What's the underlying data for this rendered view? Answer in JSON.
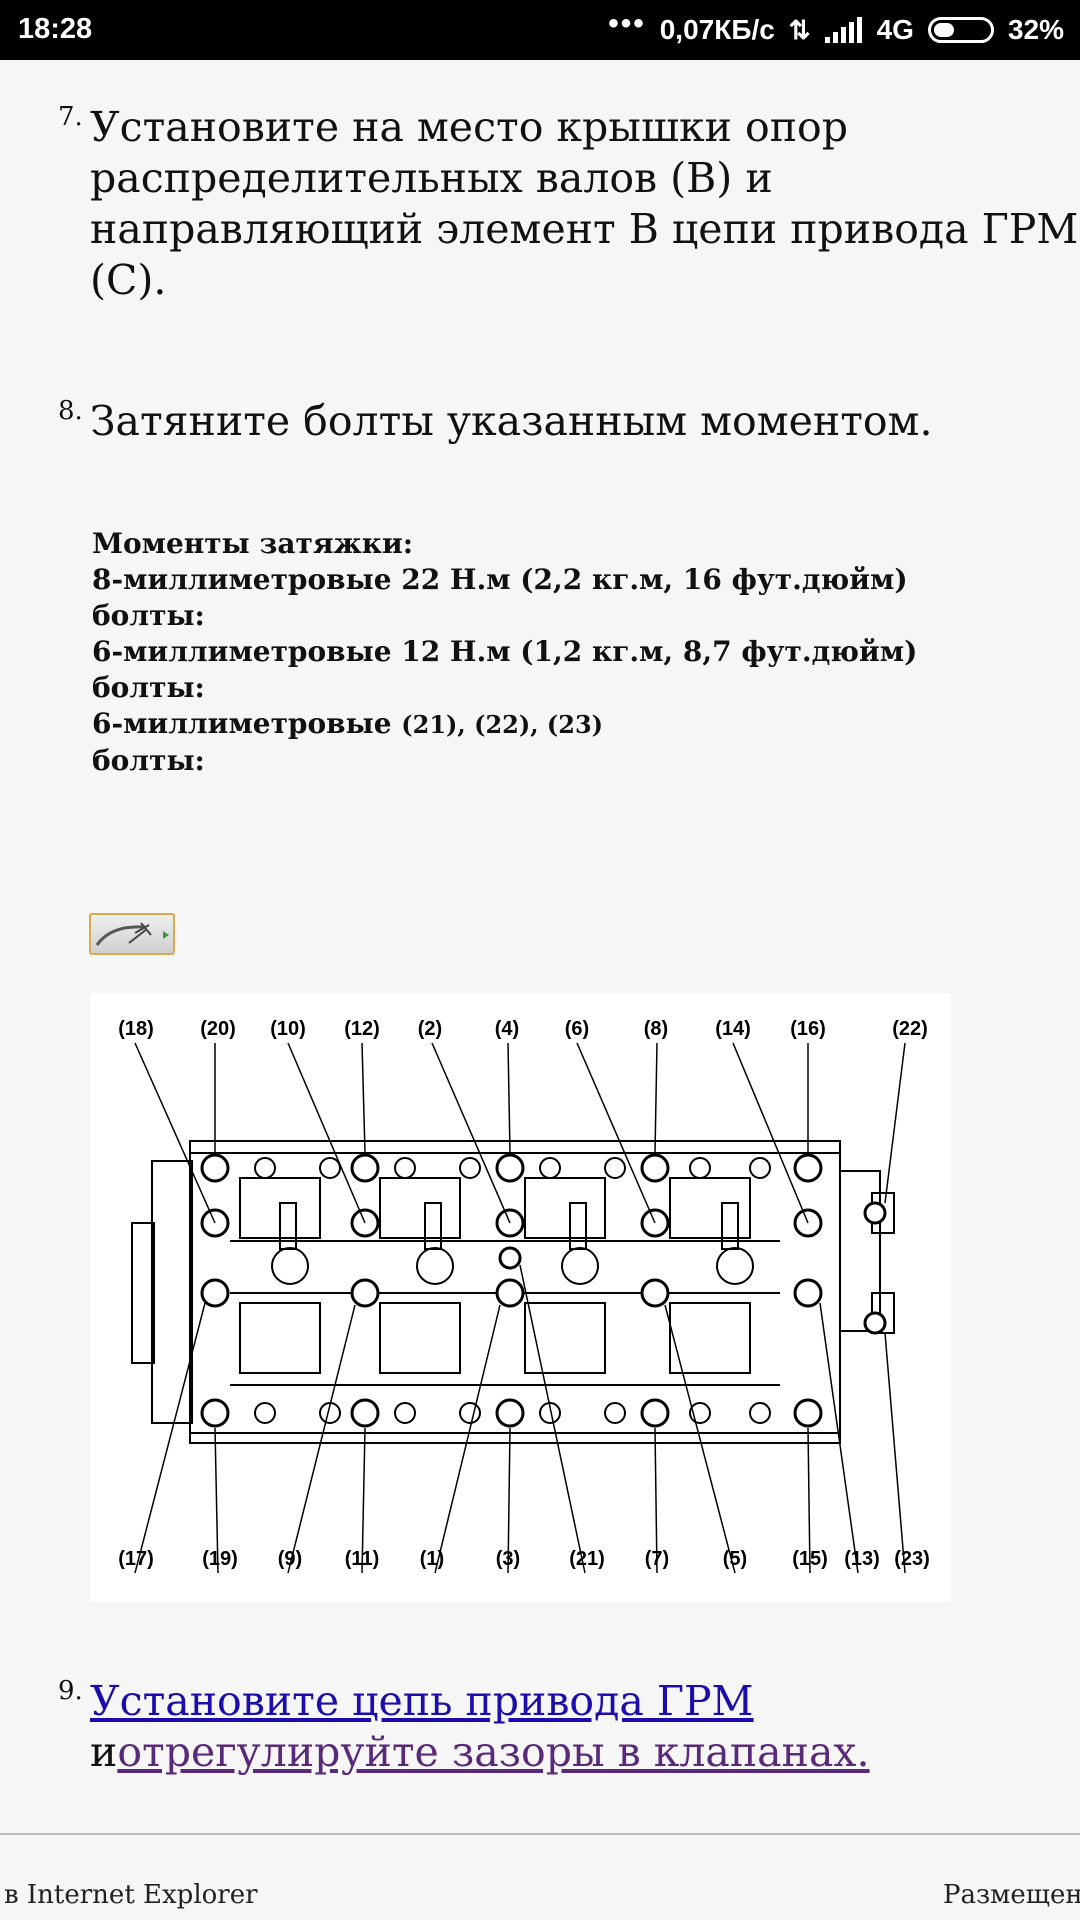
{
  "status_bar": {
    "time": "18:28",
    "dots": "•••",
    "speed": "0,07КБ/с",
    "network": "4G",
    "battery": "32%"
  },
  "steps": [
    {
      "num": "7.",
      "text": "Установите на место крышки опор распределительных валов (В) и направляющий элемент В цепи привода ГРМ (С)."
    },
    {
      "num": "8.",
      "text": "Затяните болты указанным моментом."
    }
  ],
  "torque": {
    "heading": "Моменты затяжки:",
    "rows": [
      {
        "a": "8-миллиметровые 22 Н.м (2,2 кг.м, 16 фут.дюйм)",
        "b": "болты:"
      },
      {
        "a": "6-миллиметровые 12 Н.м (1,2 кг.м, 8,7 фут.дюйм)",
        "b": "болты:"
      },
      {
        "a": "6-миллиметровые",
        "a_small": "(21), (22), (23)",
        "b": "болты:"
      }
    ]
  },
  "diagram": {
    "top_labels": [
      "(18)",
      "(20)",
      "(10)",
      "(12)",
      "(2)",
      "(4)",
      "(6)",
      "(8)",
      "(14)",
      "(16)",
      "(22)"
    ],
    "bottom_labels": [
      "(17)",
      "(19)",
      "(9)",
      "(11)",
      "(1)",
      "(3)",
      "(21)",
      "(7)",
      "(5)",
      "(15)",
      "(13)",
      "(23)"
    ]
  },
  "step9": {
    "num": "9.",
    "link1": "Установите цепь привода ГРМ",
    "joiner": "и",
    "link2": "отрегулируйте зазоры в клапанах."
  },
  "footer": {
    "left": "в Internet Explorer",
    "right": "Размещено"
  },
  "colors": {
    "link": "#1a0dab",
    "visited_link": "#5a2a7a",
    "tool_button_border": "#d8a94e"
  }
}
